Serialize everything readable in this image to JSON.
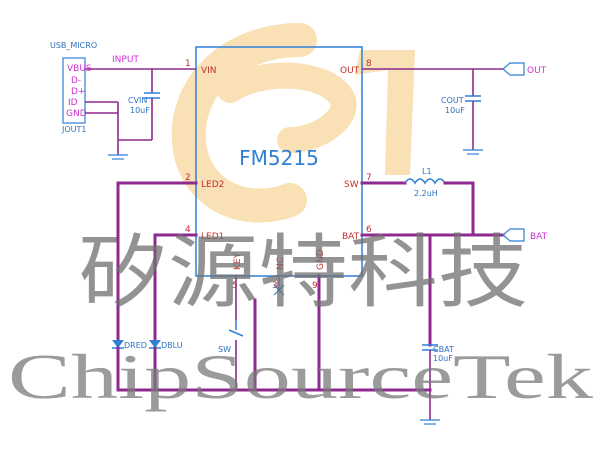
{
  "chip": {
    "name": "FM5215"
  },
  "connector": {
    "title": "USB_MICRO",
    "ref": "JOUT1",
    "pins": [
      "VBUS",
      "D-",
      "D+",
      "ID",
      "GND"
    ]
  },
  "nets": {
    "input": "INPUT",
    "out": "OUT",
    "bat": "BAT"
  },
  "pins_left": [
    {
      "num": "1",
      "name": "VIN"
    },
    {
      "num": "2",
      "name": "LED2"
    },
    {
      "num": "4",
      "name": "LED1"
    }
  ],
  "pins_right": [
    {
      "num": "8",
      "name": "OUT"
    },
    {
      "num": "7",
      "name": "SW"
    },
    {
      "num": "6",
      "name": "BAT"
    }
  ],
  "pins_bottom": [
    {
      "num": "5",
      "name": "KEY"
    },
    {
      "num": "3",
      "name": "NC"
    },
    {
      "num": "9",
      "name": "GND"
    }
  ],
  "components": {
    "cvin": {
      "ref": "CVIN",
      "value": "10uF"
    },
    "cout": {
      "ref": "COUT",
      "value": "10uF"
    },
    "inductor": {
      "ref": "L1",
      "value": "2.2uH"
    },
    "cbat": {
      "ref": "CBAT",
      "value": "10uF"
    },
    "led_red": {
      "ref": "DRED"
    },
    "led_blue": {
      "ref": "DBLU"
    },
    "switch": {
      "ref": "SW"
    }
  },
  "watermark": {
    "cn": "矽源特科技",
    "en": "ChipSourceTek"
  },
  "colors": {
    "wire": "#8e2a8f",
    "component": "#2f7fd6",
    "pin_text": "#c03030",
    "net_label": "#d12fd1",
    "logo": "#f5c77a"
  }
}
